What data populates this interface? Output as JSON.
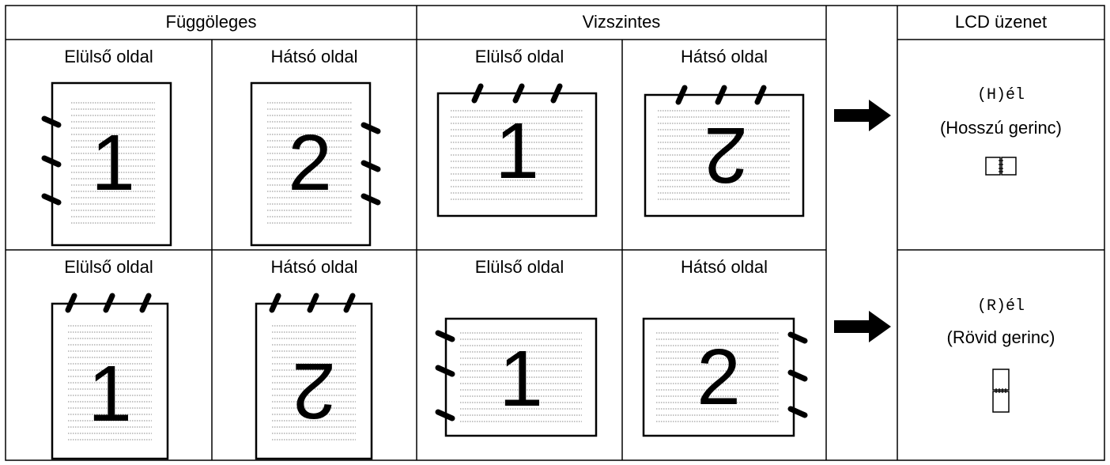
{
  "headers": {
    "vertical": "Függöleges",
    "horizontal": "Vizszintes",
    "lcd": "LCD üzenet"
  },
  "labels": {
    "front": "Elülső oldal",
    "back": "Hátsó oldal"
  },
  "rows": [
    {
      "pages": [
        {
          "label_key": "front",
          "number": "1"
        },
        {
          "label_key": "back",
          "number": "2"
        },
        {
          "label_key": "front",
          "number": "1"
        },
        {
          "label_key": "back",
          "number": "2"
        }
      ],
      "lcd_code": "(H)él",
      "lcd_desc": "(Hosszú gerinc)",
      "lcd_icon": "long-edge-binding-icon"
    },
    {
      "pages": [
        {
          "label_key": "front",
          "number": "1"
        },
        {
          "label_key": "back",
          "number": "2"
        },
        {
          "label_key": "front",
          "number": "1"
        },
        {
          "label_key": "back",
          "number": "2"
        }
      ],
      "lcd_code": "(R)él",
      "lcd_desc": "(Rövid gerinc)",
      "lcd_icon": "short-edge-binding-icon"
    }
  ],
  "icons": {
    "arrow": "arrow-right-icon",
    "binding": "spiral-binding-icon"
  }
}
